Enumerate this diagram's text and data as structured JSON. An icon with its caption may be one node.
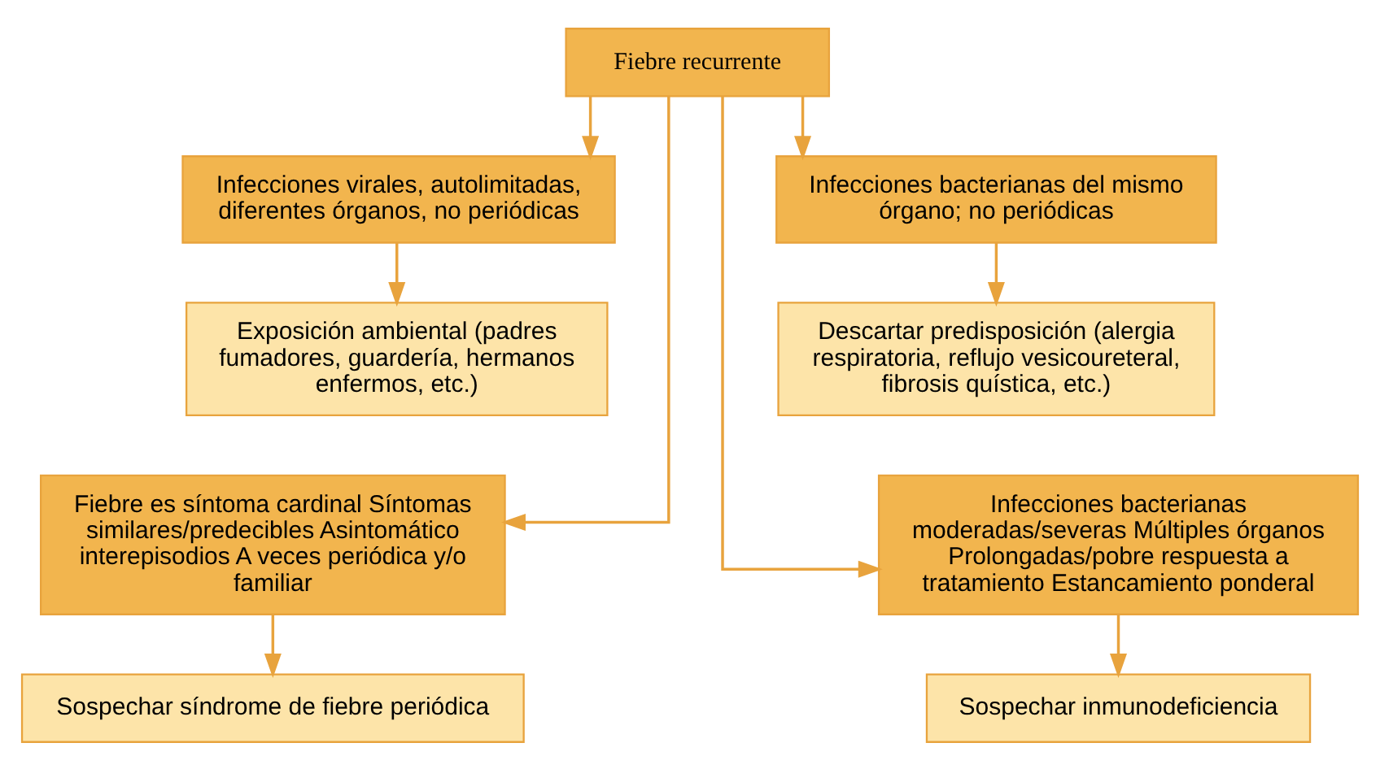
{
  "diagram": {
    "nodes": [
      {
        "text": [
          "Fiebre recurrente"
        ]
      },
      {
        "text": [
          "Infecciones virales, autolimitadas, diferentes órganos, no periódicas"
        ]
      },
      {
        "text": [
          "Infecciones bacterianas del mismo órgano; no periódicas"
        ]
      },
      {
        "text": [
          "Exposición ambiental (padres fumadores, guardería, hermanos enfermos, etc.)"
        ]
      },
      {
        "text": [
          "Descartar predisposición (alergia respiratoria, reflujo vesicoureteral, fibrosis quística, etc.)"
        ]
      },
      {
        "text": [
          "Fiebre es síntoma cardinal Síntomas similares/predecibles Asintomático interepisodios A veces periódica y/o familiar"
        ]
      },
      {
        "text": [
          "Infecciones bacterianas moderadas/severas Múltiples órganos Prolongadas/pobre respuesta a tratamiento Estancamiento ponderal"
        ]
      },
      {
        "text": [
          "Sospechar síndrome de fiebre periódica"
        ]
      },
      {
        "text": [
          "Sospechar inmunodeficiencia"
        ]
      }
    ],
    "edges": [
      {
        "from": 0,
        "to": 1,
        "arrow": "to"
      },
      {
        "from": 0,
        "to": 2,
        "arrow": "to"
      },
      {
        "from": 1,
        "to": 3,
        "arrow": "to"
      },
      {
        "from": 2,
        "to": 4,
        "arrow": "to"
      },
      {
        "from": 0,
        "to": 5,
        "arrow": "to"
      },
      {
        "from": 0,
        "to": 6,
        "arrow": "to"
      },
      {
        "from": 5,
        "to": 7,
        "arrow": "to"
      },
      {
        "from": 6,
        "to": 8,
        "arrow": "to"
      }
    ]
  }
}
